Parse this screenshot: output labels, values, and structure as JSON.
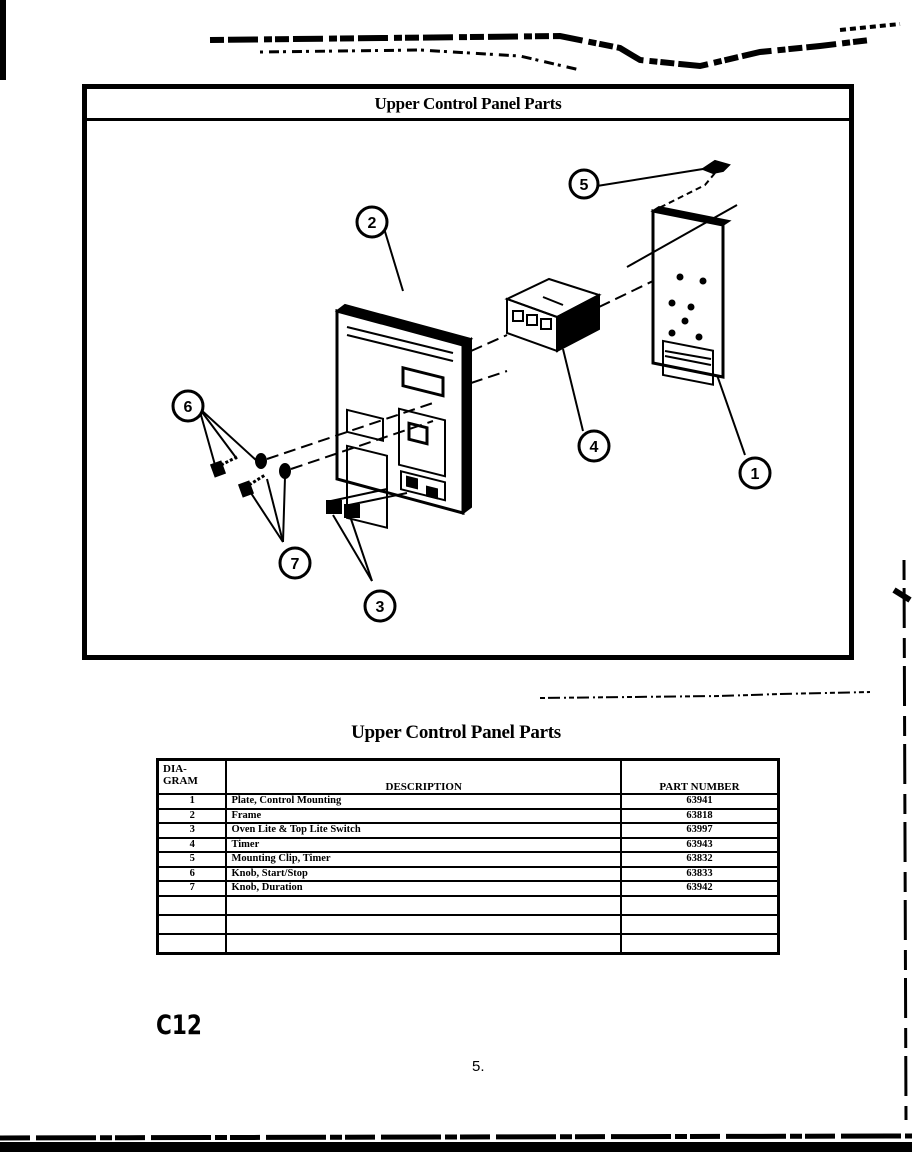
{
  "diagram": {
    "title": "Upper Control Panel Parts",
    "callouts": [
      "1",
      "2",
      "3",
      "4",
      "5",
      "6",
      "7"
    ]
  },
  "table": {
    "title": "Upper Control Panel Parts",
    "headers": {
      "diagram": "DIA-\nGRAM",
      "description": "DESCRIPTION",
      "part_number": "PART NUMBER"
    },
    "rows": [
      {
        "diagram": "1",
        "description": "Plate, Control Mounting",
        "part_number": "63941"
      },
      {
        "diagram": "2",
        "description": "Frame",
        "part_number": "63818"
      },
      {
        "diagram": "3",
        "description": "Oven Lite & Top Lite Switch",
        "part_number": "63997"
      },
      {
        "diagram": "4",
        "description": "Timer",
        "part_number": "63943"
      },
      {
        "diagram": "5",
        "description": "Mounting Clip, Timer",
        "part_number": "63832"
      },
      {
        "diagram": "6",
        "description": "Knob, Start/Stop",
        "part_number": "63833"
      },
      {
        "diagram": "7",
        "description": "Knob, Duration",
        "part_number": "63942"
      },
      {
        "diagram": "",
        "description": "",
        "part_number": ""
      },
      {
        "diagram": "",
        "description": "",
        "part_number": ""
      },
      {
        "diagram": "",
        "description": "",
        "part_number": ""
      }
    ]
  },
  "page_code": "C12",
  "page_number": "5."
}
